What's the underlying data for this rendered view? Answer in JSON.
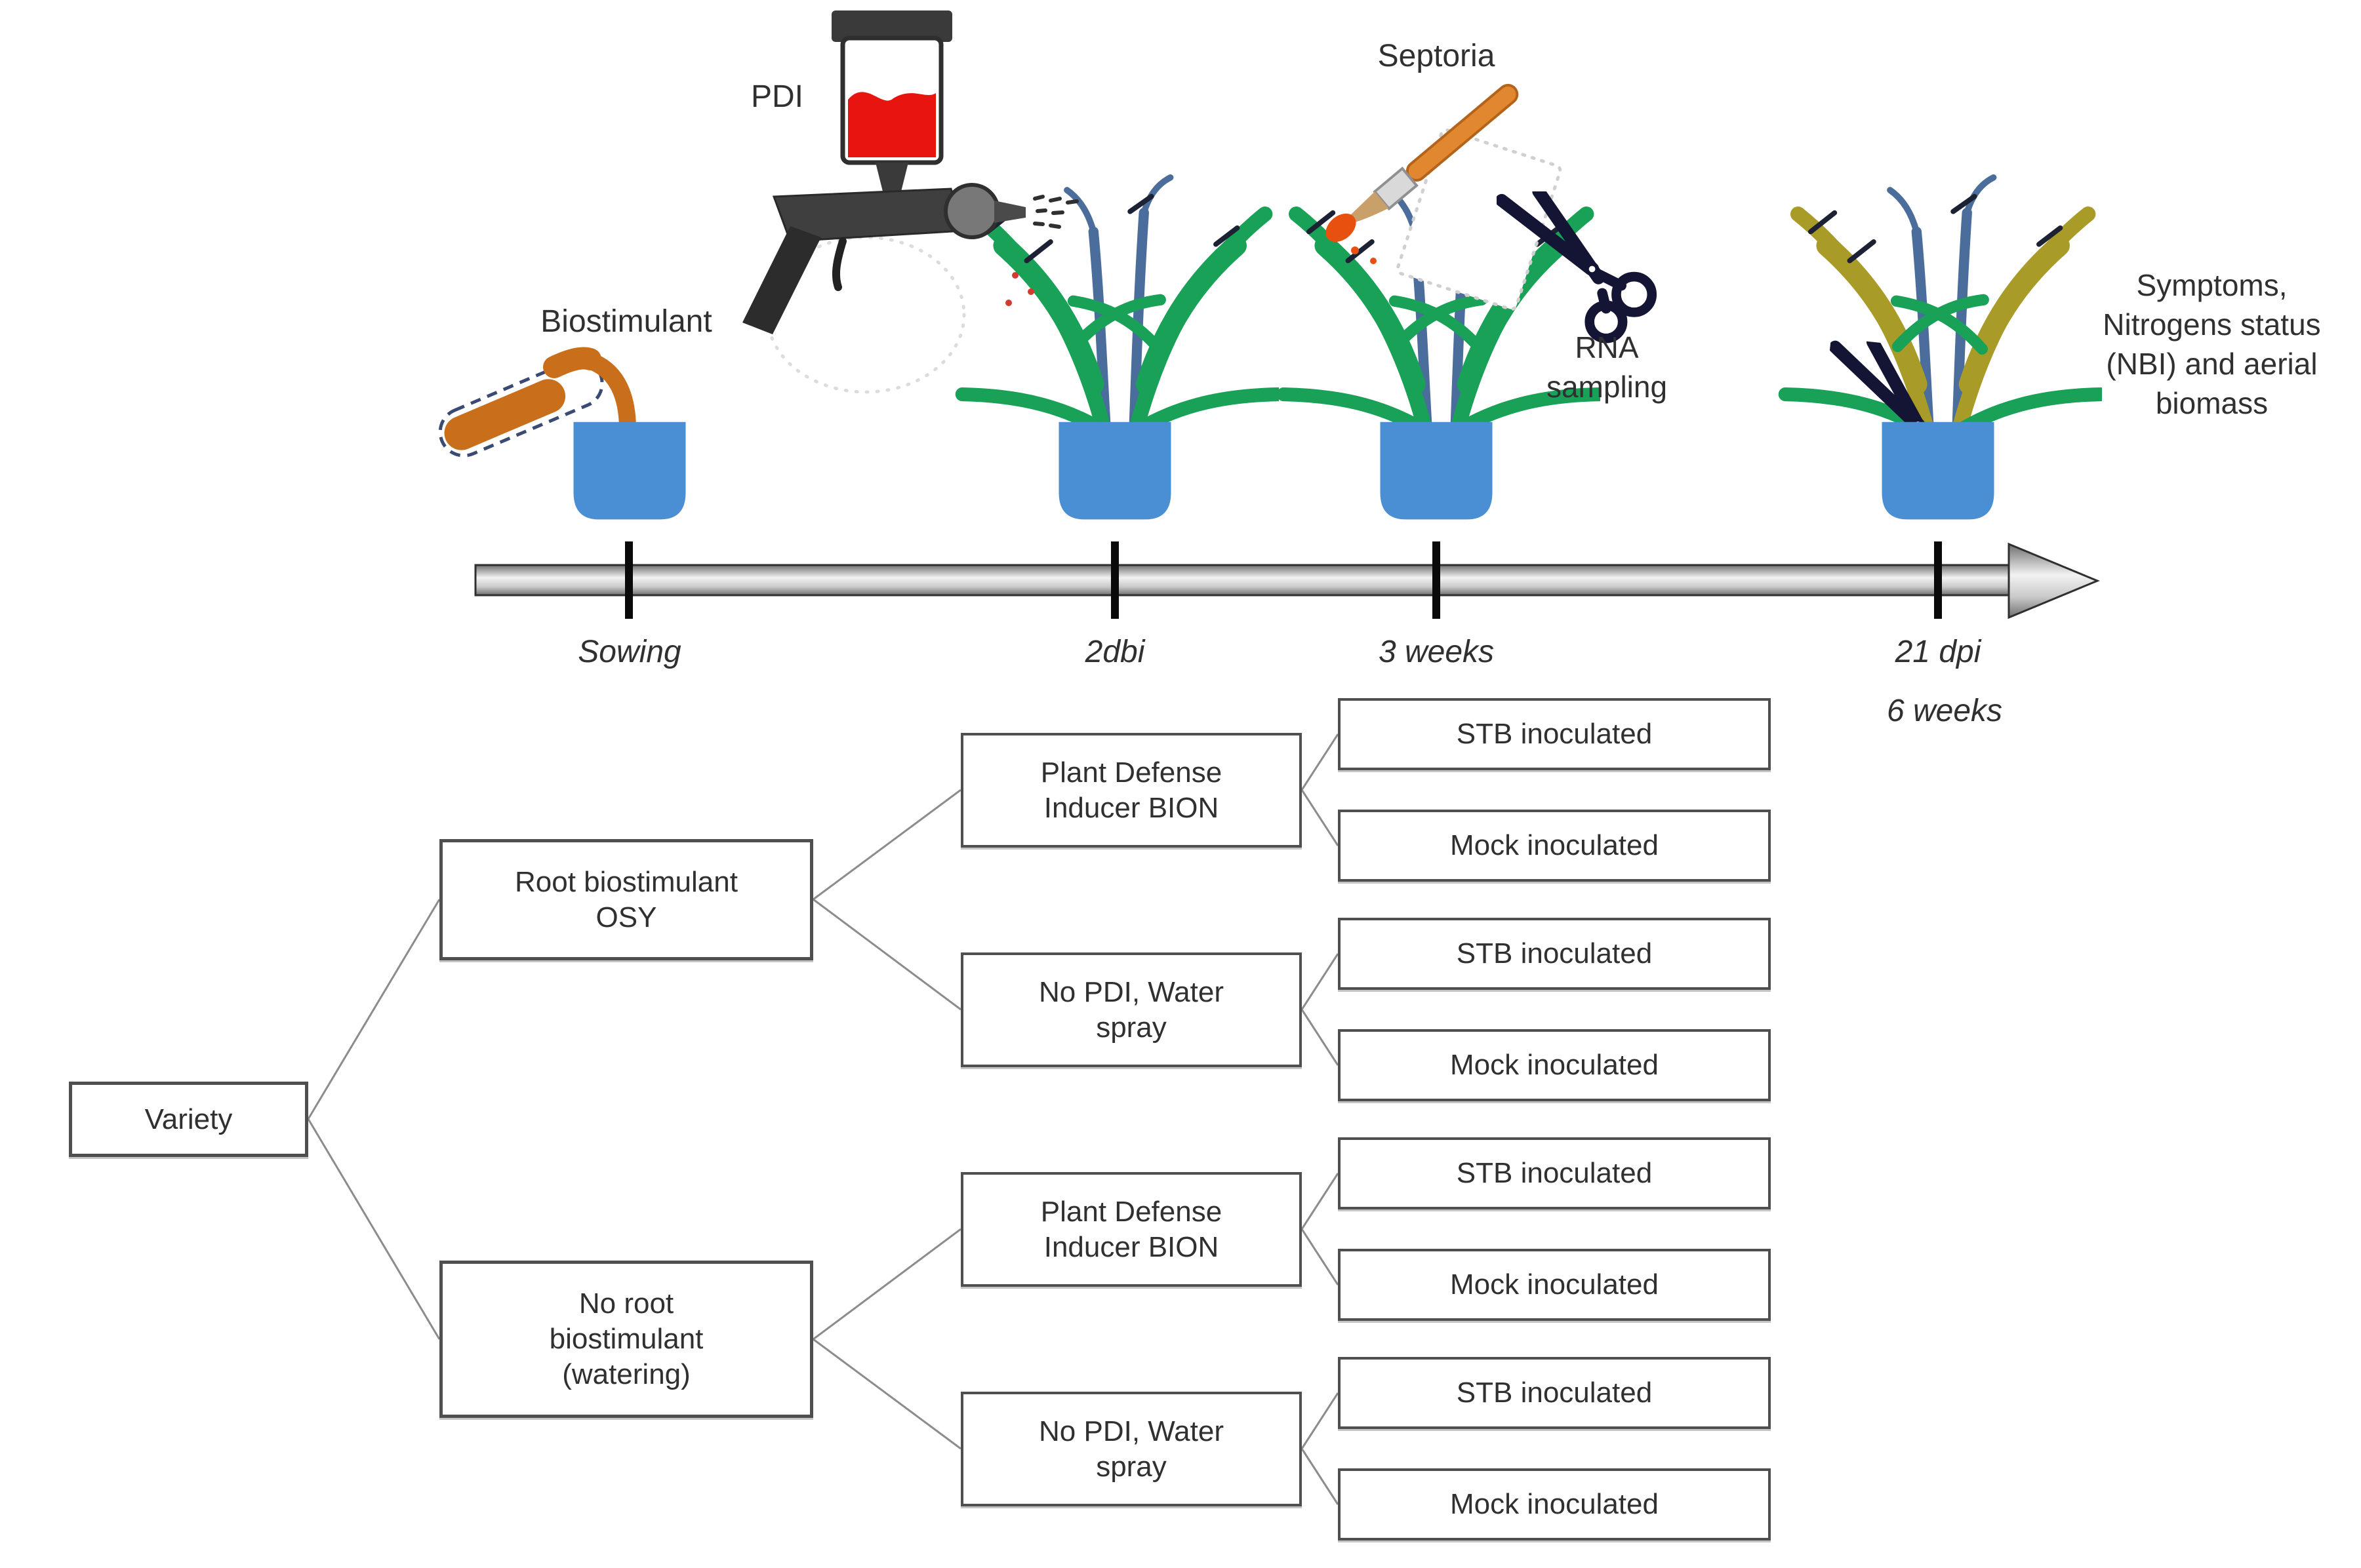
{
  "figure": {
    "timeline": {
      "milestones": [
        {
          "label": "Sowing"
        },
        {
          "label": "2dbi"
        },
        {
          "label": "3 weeks"
        },
        {
          "label": "21 dpi",
          "sublabel": "6 weeks"
        }
      ]
    },
    "annotations": {
      "biostimulant": "Biostimulant",
      "pdi": "PDI",
      "septoria": "Septoria",
      "rna": "RNA\nsampling",
      "outcome": "Symptoms,\nNitrogens status\n(NBI) and aerial\nbiomass"
    },
    "tree": {
      "root": "Variety",
      "branches_level2": [
        "Root biostimulant\nOSY",
        "No root\nbiostimulant\n(watering)"
      ],
      "branches_level3": [
        "Plant Defense\nInducer BION",
        "No PDI, Water\nspray",
        "Plant Defense\nInducer BION",
        "No PDI, Water\nspray"
      ],
      "leaves": [
        "STB inoculated",
        "Mock inoculated",
        "STB inoculated",
        "Mock inoculated",
        "STB inoculated",
        "Mock inoculated",
        "STB inoculated",
        "Mock inoculated"
      ]
    },
    "colors": {
      "pot": "#4a8fd3",
      "leaf_green": "#18a157",
      "leaf_senesced": "#a89b28",
      "stem": "#4a6d9c",
      "awn": "#1c2133",
      "spray_liquid": "#e8140f",
      "flask_liquid": "#c96e1a",
      "brush_handle": "#e0872f",
      "brush_tip": "#e8500f",
      "scissors": "#141434",
      "gun_dark": "#3a3a3a",
      "box_border": "#4f4f4f",
      "connector": "#8c8c8c",
      "text": "#303030",
      "timeline_light": "#f2f2f2",
      "timeline_mid": "#c9c9c9",
      "timeline_dark": "#6f6f6f",
      "timeline_outline": "#2f2f2f"
    }
  }
}
